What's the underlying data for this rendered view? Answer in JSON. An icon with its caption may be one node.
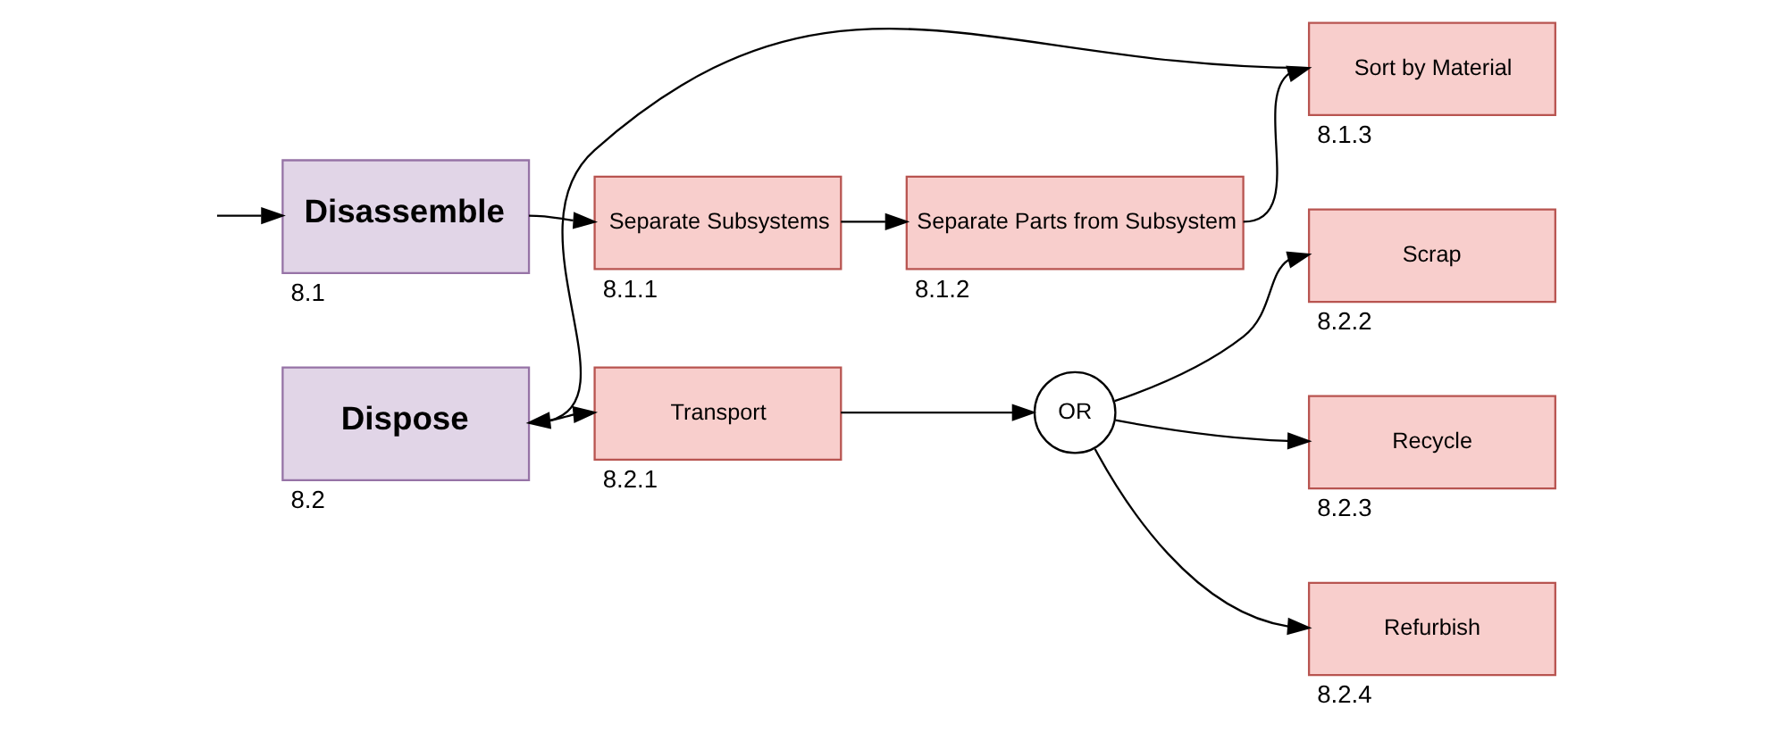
{
  "diagram": {
    "nodes": [
      {
        "text": [
          "Disassemble"
        ],
        "beside": [
          "8.1"
        ]
      },
      {
        "text": [
          "Separate Subsystems"
        ],
        "beside": [
          "8.1.1"
        ]
      },
      {
        "text": [
          "Separate Parts from Subsystem"
        ],
        "beside": [
          "8.1.2"
        ]
      },
      {
        "text": [
          "Sort by Material"
        ],
        "beside": [
          "8.1.3"
        ]
      },
      {
        "text": [
          "Dispose"
        ],
        "beside": [
          "8.2"
        ]
      },
      {
        "text": [
          "Transport"
        ],
        "beside": [
          "8.2.1"
        ]
      },
      {
        "text": [
          "OR"
        ]
      },
      {
        "text": [
          "Scrap"
        ],
        "beside": [
          "8.2.2"
        ]
      },
      {
        "text": [
          "Recycle"
        ],
        "beside": [
          "8.2.3"
        ]
      },
      {
        "text": [
          "Refurbish"
        ],
        "beside": [
          "8.2.4"
        ]
      }
    ],
    "edges": [
      {
        "from": null,
        "to": 0,
        "arrow": "to"
      },
      {
        "from": 0,
        "to": 1,
        "arrow": "to"
      },
      {
        "from": 1,
        "to": 2,
        "arrow": "to"
      },
      {
        "from": 2,
        "to": 3,
        "arrow": "to"
      },
      {
        "from": 3,
        "to": 4,
        "arrow": "to"
      },
      {
        "from": 4,
        "to": 5,
        "arrow": "to"
      },
      {
        "from": 5,
        "to": 6,
        "arrow": "to"
      },
      {
        "from": 6,
        "to": 7,
        "arrow": "to"
      },
      {
        "from": 6,
        "to": 8,
        "arrow": "to"
      },
      {
        "from": 6,
        "to": 9,
        "arrow": "to"
      }
    ]
  }
}
